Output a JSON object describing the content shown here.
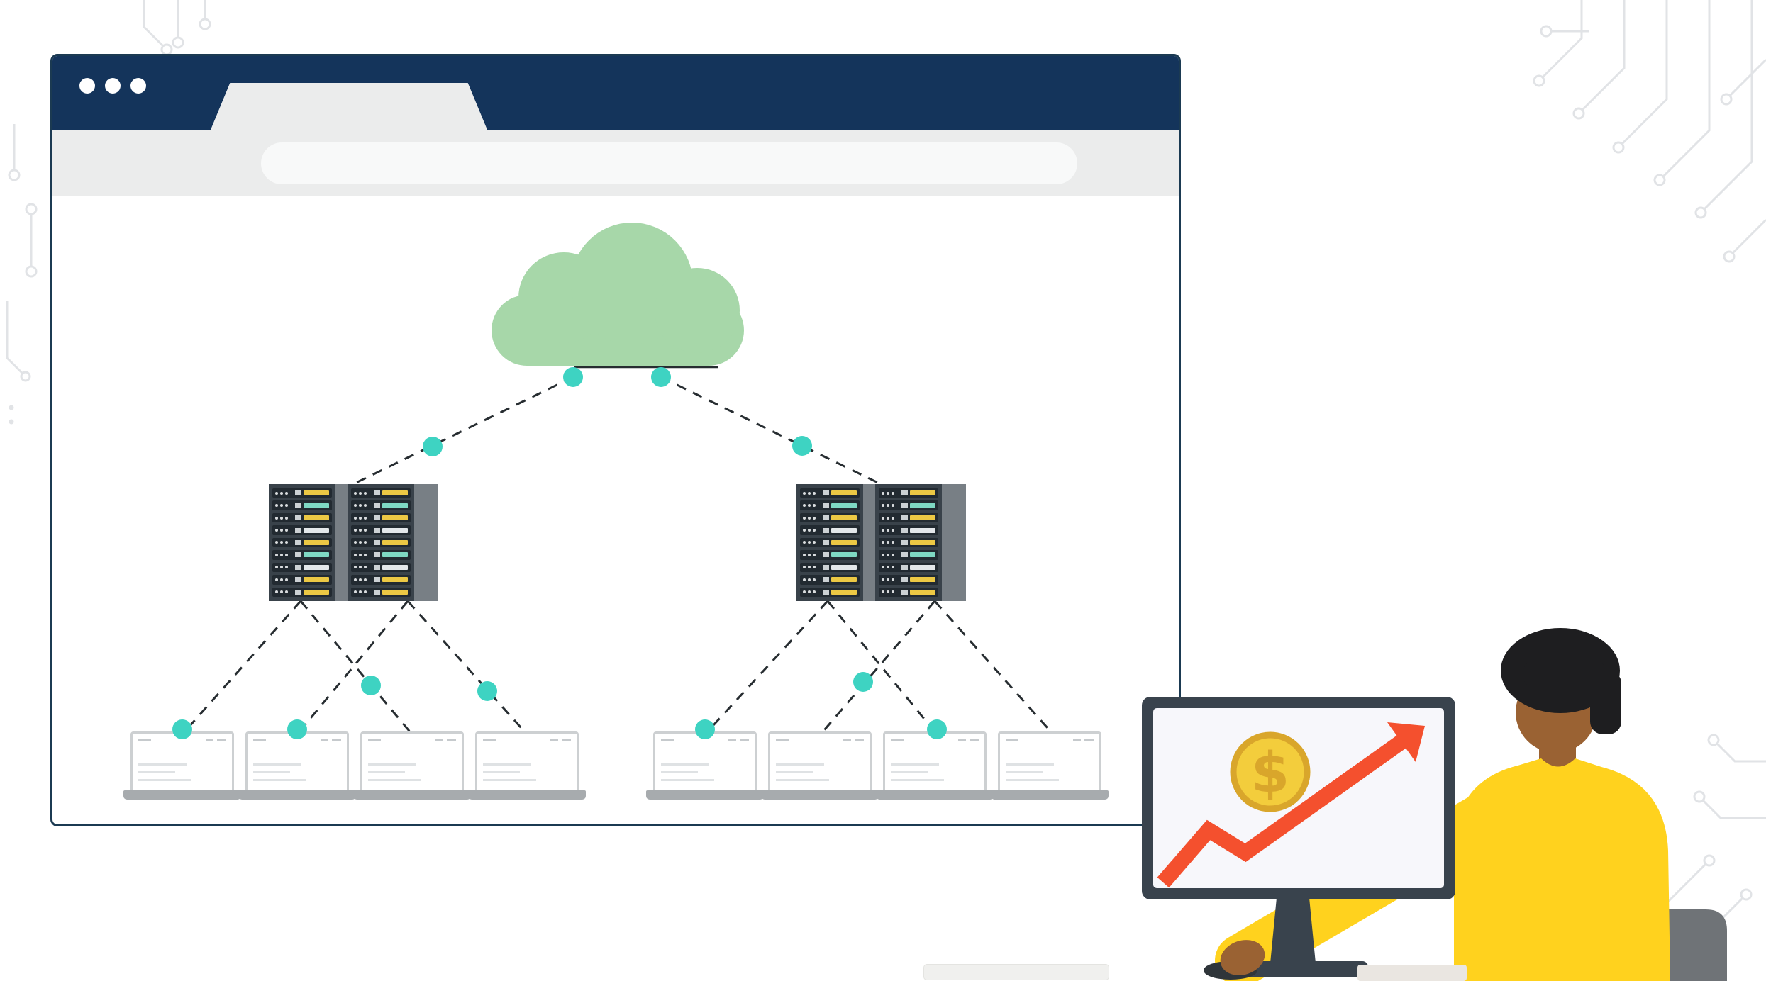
{
  "browser": {
    "window_controls_count": 3,
    "tab_label": "",
    "address_bar": {
      "value": "",
      "placeholder": ""
    }
  },
  "diagram": {
    "cloud_color": "#a7d7a9",
    "node_dot_color": "#3ed3c2",
    "link_color": "#272d31",
    "server_clusters": [
      {
        "position": "left",
        "rack_count": 2
      },
      {
        "position": "right",
        "rack_count": 2
      }
    ],
    "rack_rows": [
      "#ecc844",
      "#7ed8c3",
      "#ecc844",
      "#e3e7ea",
      "#ecc844",
      "#7ed8c3",
      "#e3e7ea",
      "#ecc844",
      "#ecc844"
    ],
    "laptop_groups": [
      {
        "position": "left",
        "count": 4
      },
      {
        "position": "right",
        "count": 4
      }
    ]
  },
  "workstation": {
    "monitor_screen": {
      "coin_symbol": "$",
      "coin_color": "#f3cd3c",
      "coin_accent": "#d9a62b",
      "arrow_color": "#f4502e",
      "trend": "up"
    },
    "person": {
      "shirt_color": "#ffd21e",
      "skin_color": "#9a6233",
      "hair_color": "#1e1e20"
    },
    "chair_color": "#6f7377",
    "monitor_frame_color": "#39434d"
  },
  "palette": {
    "titlebar_navy": "#14345b",
    "window_border": "#1b3a52",
    "toolbar_gray": "#ebecec",
    "circuit_gray": "#e1e3e6",
    "rack_body": "#39424a",
    "rack_panel": "#787f85"
  }
}
